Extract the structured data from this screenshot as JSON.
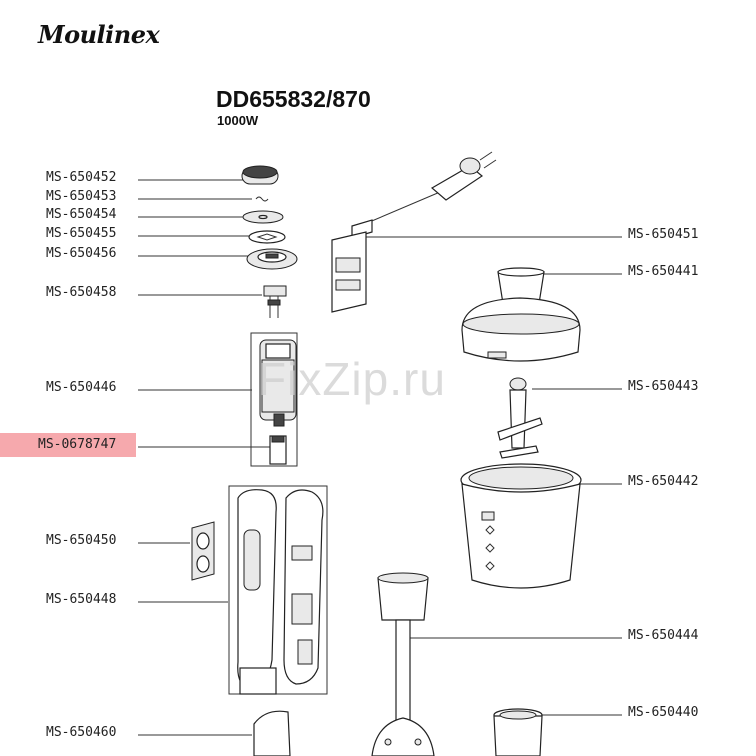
{
  "brand": {
    "name": "Moulinex"
  },
  "model": {
    "code": "DD655832/870",
    "power": "1000W"
  },
  "watermark": "FixZip.ru",
  "parts": {
    "left": [
      {
        "code": "MS-650452"
      },
      {
        "code": "MS-650453"
      },
      {
        "code": "MS-650454"
      },
      {
        "code": "MS-650455"
      },
      {
        "code": "MS-650456"
      },
      {
        "code": "MS-650458"
      },
      {
        "code": "MS-650446"
      },
      {
        "code": "MS-0678747",
        "highlighted": true
      },
      {
        "code": "MS-650450"
      },
      {
        "code": "MS-650448"
      },
      {
        "code": "MS-650460"
      }
    ],
    "right": [
      {
        "code": "MS-650451"
      },
      {
        "code": "MS-650441"
      },
      {
        "code": "MS-650443"
      },
      {
        "code": "MS-650442"
      },
      {
        "code": "MS-650444"
      },
      {
        "code": "MS-650440"
      }
    ]
  },
  "colors": {
    "highlight": "#f6a9ad",
    "line": "#333333"
  }
}
